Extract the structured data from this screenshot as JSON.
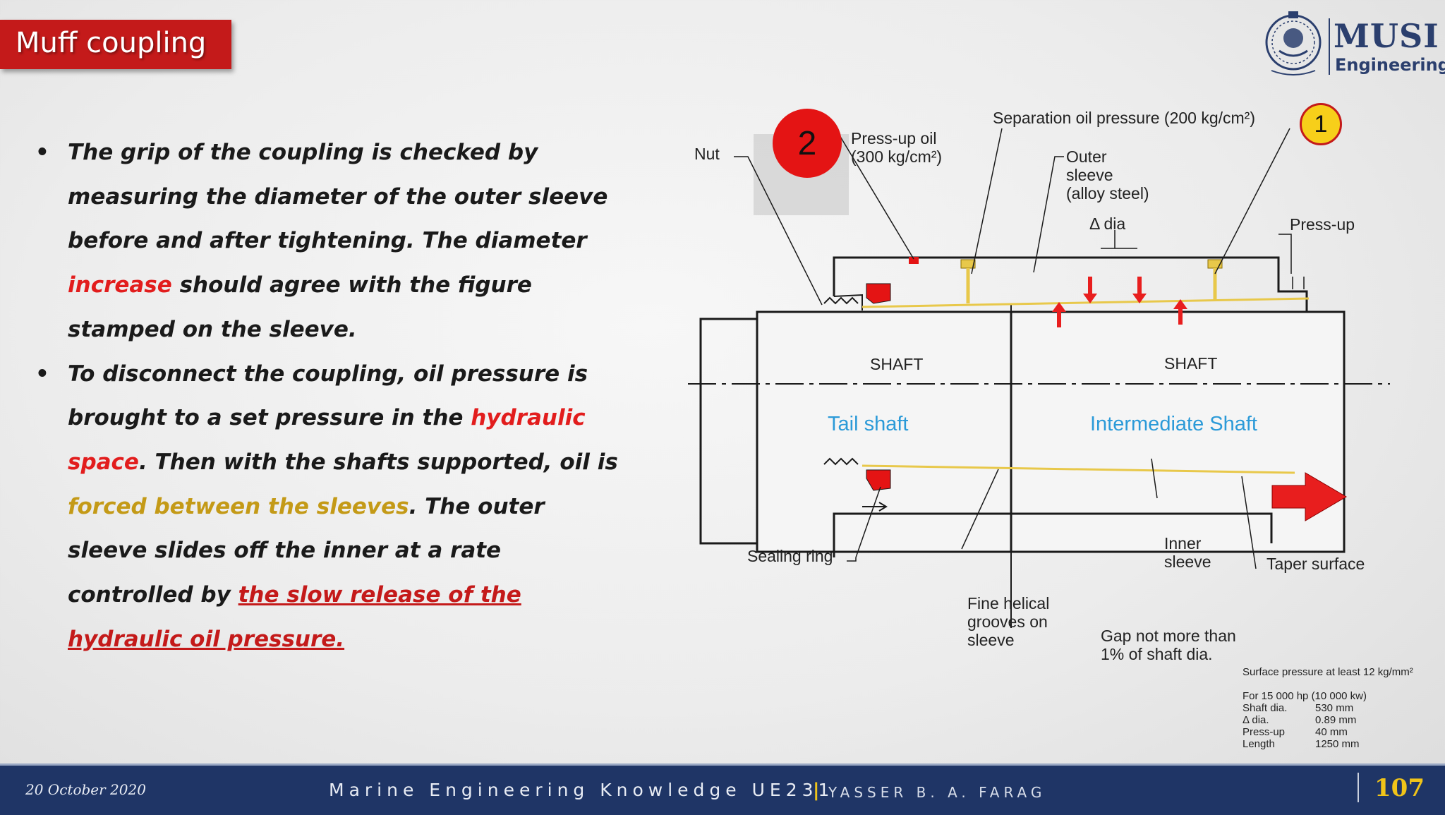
{
  "slide": {
    "title": "Muff coupling",
    "page_number": "107"
  },
  "logo": {
    "name": "MUSI",
    "subtitle": "Engineering",
    "icon": "emblem-icon"
  },
  "bullets": [
    {
      "parts": [
        {
          "text": "The grip of the coupling is checked by measuring the diameter of the outer sleeve before and after tightening. The diameter ",
          "style": "normal"
        },
        {
          "text": "increase",
          "style": "red"
        },
        {
          "text": " should agree with the figure stamped on the sleeve.",
          "style": "normal"
        }
      ]
    },
    {
      "parts": [
        {
          "text": "To disconnect the coupling, oil pressure is brought to a set pressure in the ",
          "style": "normal"
        },
        {
          "text": "hydraulic space",
          "style": "red"
        },
        {
          "text": ". Then with the shafts supported, oil is ",
          "style": "normal"
        },
        {
          "text": "forced between the sleeves",
          "style": "gold"
        },
        {
          "text": ". The outer sleeve slides off the inner at a rate controlled by ",
          "style": "normal"
        },
        {
          "text": "the slow release of the hydraulic oil pressure.",
          "style": "underline"
        }
      ]
    }
  ],
  "diagram": {
    "labels": {
      "nut": "Nut",
      "press_up_oil": "Press-up oil\n(300 kg/cm²)",
      "separation_oil": "Separation oil pressure (200 kg/cm²)",
      "outer_sleeve": "Outer\nsleeve\n(alloy steel)",
      "delta_dia": "Δ dia",
      "press_up": "Press-up",
      "shaft_left": "SHAFT",
      "shaft_right": "SHAFT",
      "tail_shaft": "Tail shaft",
      "intermediate_shaft": "Intermediate Shaft",
      "sealing_ring": "Sealing ring",
      "fine_helical": "Fine helical\ngrooves on\nsleeve",
      "inner_sleeve": "Inner\nsleeve",
      "taper_surface": "Taper surface",
      "gap": "Gap not more than\n1% of shaft dia.",
      "surface_pressure": "Surface pressure at least 12 kg/mm²",
      "spec_header": "For 15 000 hp (10 000 kw)",
      "spec_rows": [
        {
          "name": "Shaft dia.",
          "value": "530 mm"
        },
        {
          "name": "Δ dia.",
          "value": "0.89 mm"
        },
        {
          "name": "Press-up",
          "value": "40 mm"
        },
        {
          "name": "Length",
          "value": "1250 mm"
        }
      ]
    },
    "badges": {
      "step1": "1",
      "step2": "2"
    },
    "colors": {
      "badge1": "#f7cf1a",
      "badge2": "#e41414",
      "arrow": "#e81e1e",
      "oil": "#e8c84a"
    }
  },
  "footer": {
    "date": "20 October 2020",
    "course": "Marine Engineering Knowledge UE231",
    "separator": "|",
    "author": "YASSER B. A. FARAG"
  }
}
